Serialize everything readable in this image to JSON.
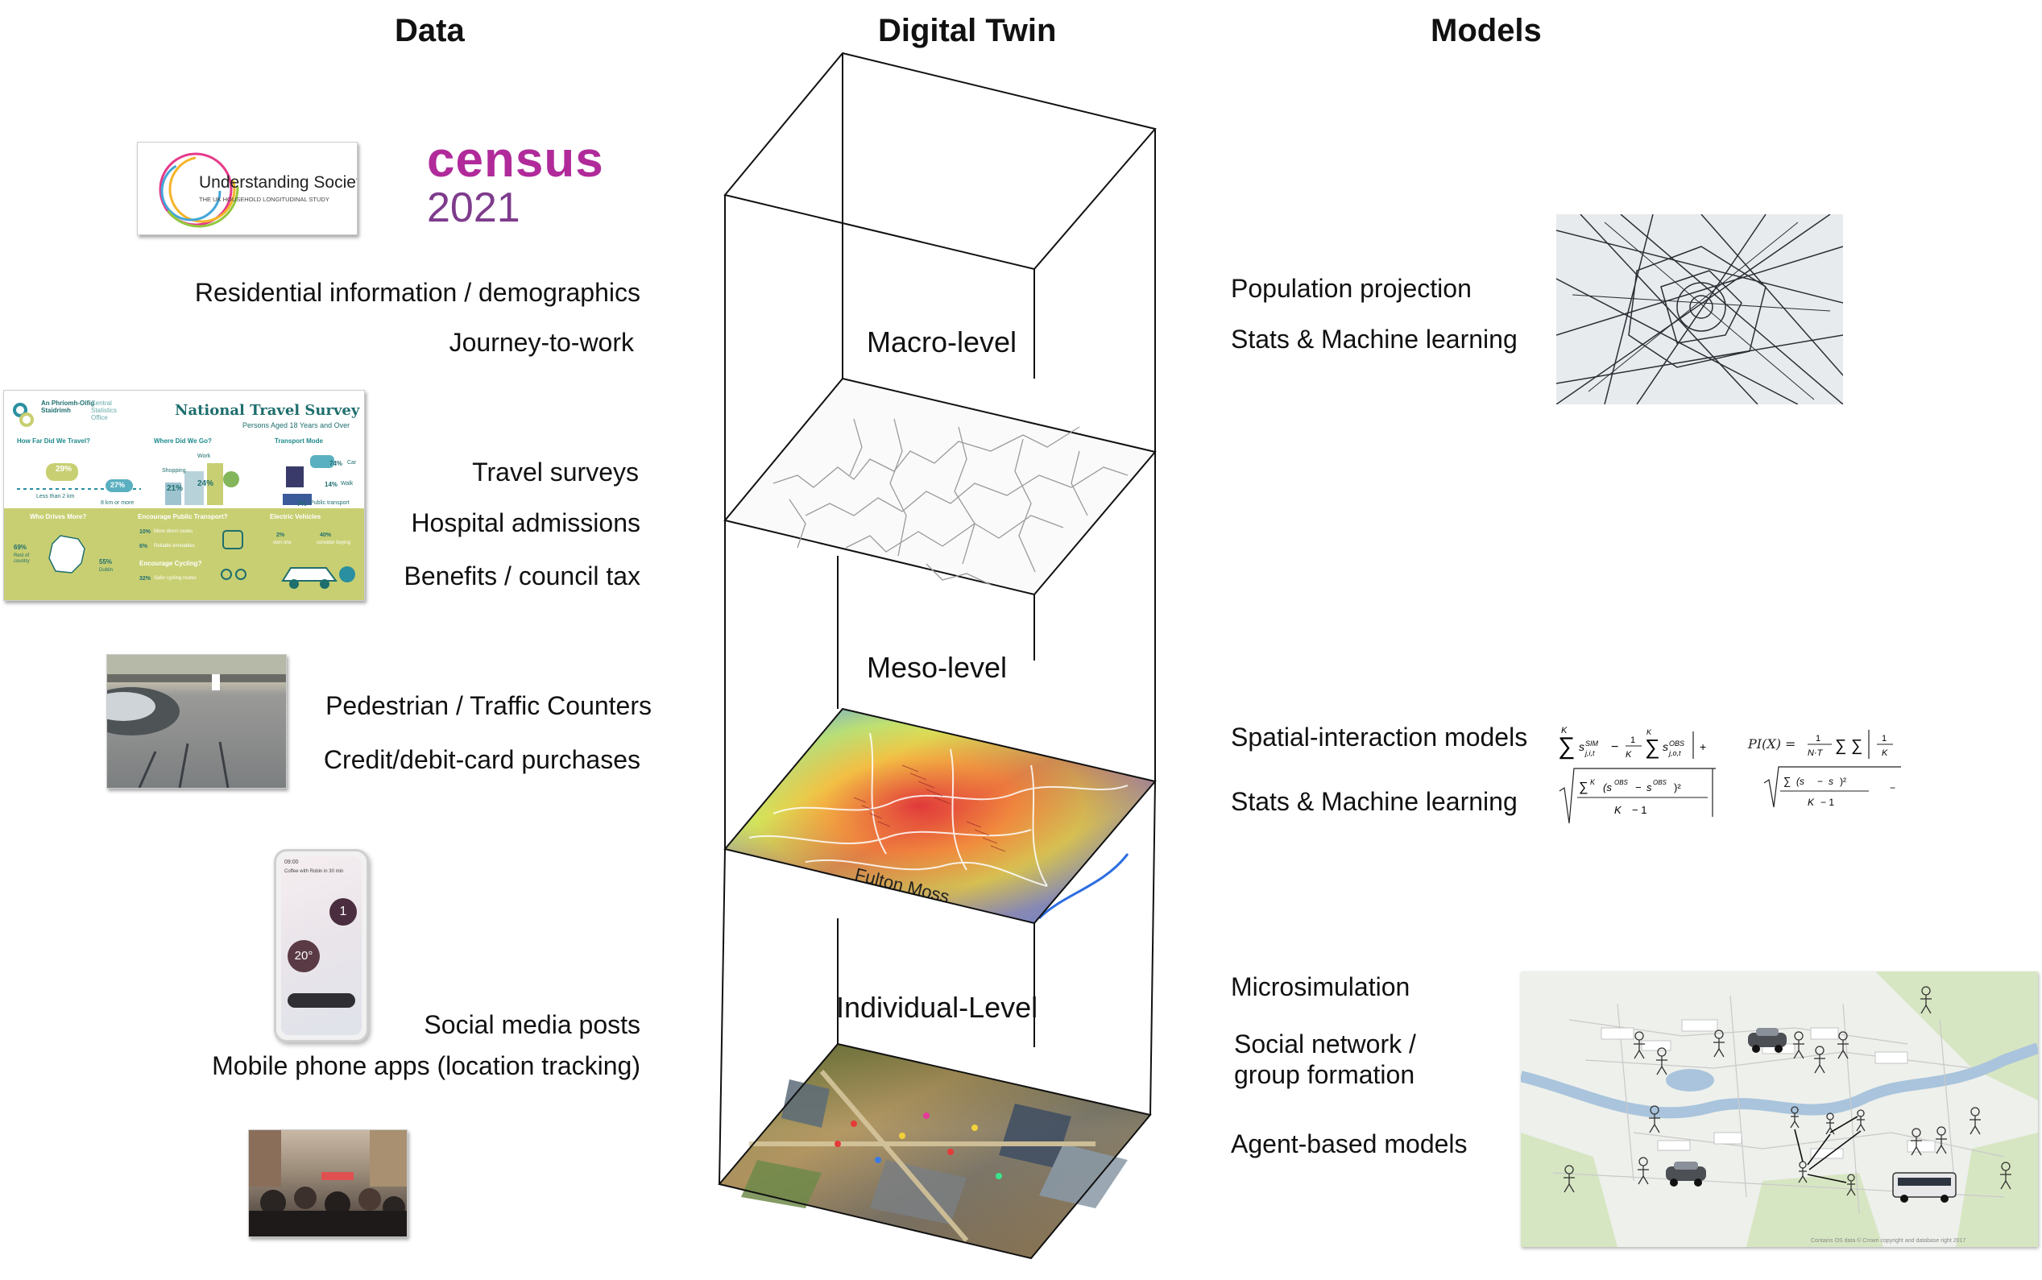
{
  "headers": {
    "data": "Data",
    "digital_twin": "Digital Twin",
    "models": "Models"
  },
  "data_column": {
    "understanding_society": {
      "title": "Understanding Society",
      "subtitle": "THE UK HOUSEHOLD LONGITUDINAL STUDY"
    },
    "census": {
      "word": "census",
      "year": "2021"
    },
    "labels": {
      "residential": "Residential information / demographics",
      "journey": "Journey-to-work",
      "travel": "Travel surveys",
      "hospital": "Hospital admissions",
      "benefits": "Benefits / council tax",
      "pedestrian": "Pedestrian / Traffic Counters",
      "credit": "Credit/debit-card purchases",
      "social": "Social media posts",
      "mobile": "Mobile phone apps (location tracking)"
    },
    "nts": {
      "org_line1": "An Phríomh-Oifig Staidrimh",
      "org_line2": "Central Statistics Office",
      "title": "National Travel Survey 2019",
      "subtitle": "Persons Aged 18 Years and Over",
      "q1": "How Far Did We Travel?",
      "q2": "Where Did We Go?",
      "q3": "Transport Mode",
      "pct_car": "74%",
      "pct_walk": "14%",
      "pct_public": "7%",
      "car_word": "Car",
      "walk_word": "Walk",
      "public_word": "Public transport",
      "pct_work": "24%",
      "pct_shop": "21%",
      "shop_word": "Shopping",
      "work_word": "Work",
      "pct_far": "29%",
      "pct_near": "27%",
      "near_word": "Less than 2 km",
      "far_word": "8 km or more",
      "q4": "Who Drives More?",
      "q5": "Encourage Public Transport?",
      "q6": "Electric Vehicles",
      "pct_rest": "69%",
      "rest_word": "Rest of country",
      "pct_dublin": "55%",
      "dublin_word": "Dublin",
      "pct_direct": "10%",
      "direct_word": "More direct routes",
      "pct_reliable": "6%",
      "reliable_word": "Reliable timetables",
      "q7": "Encourage Cycling?",
      "pct_cycle": "32%",
      "cycle_word": "Safer cycling routes",
      "pct_own": "2%",
      "own_word": "own one",
      "pct_consider": "40%",
      "consider_word": "consider buying"
    },
    "phone": {
      "time": "09:00",
      "note": "Coffee with Robin in 30 min",
      "temp": "20°",
      "badge": "1"
    }
  },
  "twin": {
    "macro": "Macro-level",
    "meso": "Meso-level",
    "individual": "Individual-Level",
    "map_place": "Fulton Moss"
  },
  "models_column": {
    "population": "Population projection",
    "stats1": "Stats & Machine learning",
    "spatial": "Spatial-interaction models",
    "stats2": "Stats & Machine learning",
    "micro": "Microsimulation",
    "social_network_l1": "Social network /",
    "social_network_l2": "group formation",
    "abm": "Agent-based models",
    "formula_pi": "PI(X) =",
    "map_credit": "Contains OS data © Crown copyright and database right 2017"
  },
  "colors": {
    "census_purple": "#b02a9a",
    "census_year": "#7e3b8c",
    "nts_teal": "#1f6e6e",
    "nts_olive": "#c8cf72",
    "heat_red": "#e0323a",
    "heat_blue": "#4a6ee0",
    "map_water": "#a9c4dc",
    "map_green": "#d7e6c2"
  },
  "icons": [
    "stick-figure-icon",
    "car-icon",
    "bus-icon",
    "network-arrow-icon"
  ]
}
